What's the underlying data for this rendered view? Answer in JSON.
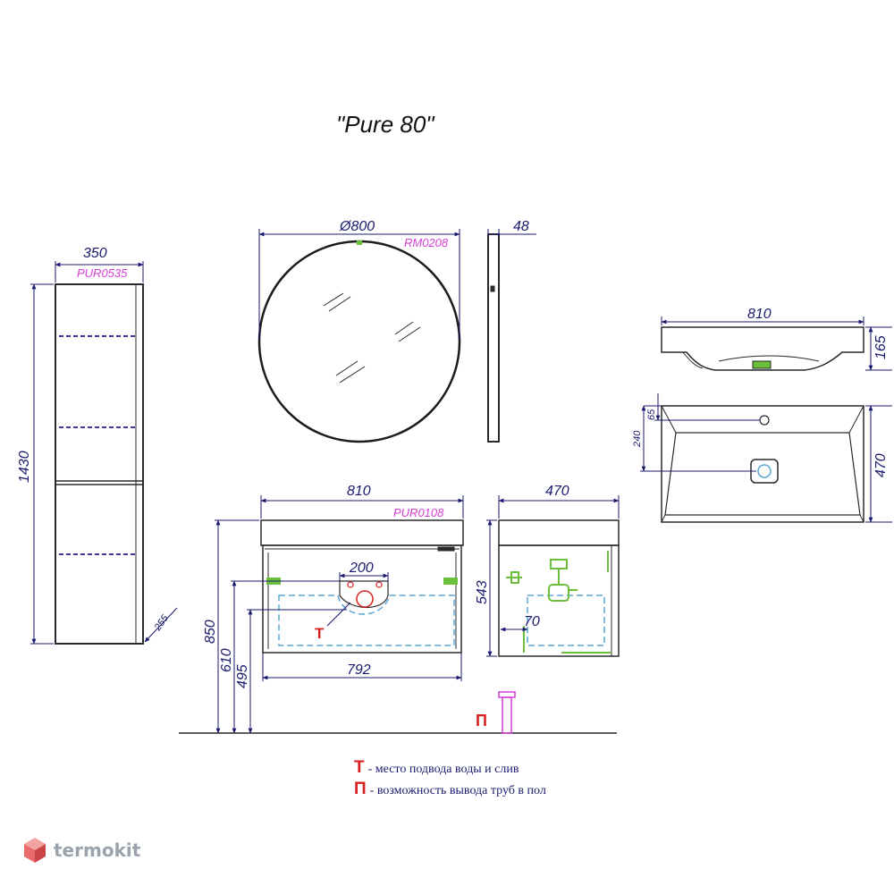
{
  "title": "\"Pure 80\"",
  "products": {
    "column_code": "PUR0535",
    "mirror_code": "RM0208",
    "cabinet_code": "PUR0108"
  },
  "dimensions": {
    "column_width": "350",
    "column_height": "1430",
    "column_depth": "255",
    "mirror_diameter": "Ø800",
    "mirror_depth": "48",
    "cabinet_width": "810",
    "cabinet_inner_width": "792",
    "cabinet_height": "850",
    "cabinet_610": "610",
    "cabinet_495": "495",
    "cutout_width": "200",
    "side_depth": "470",
    "side_height": "543",
    "side_70": "70",
    "basin_width": "810",
    "basin_height": "165",
    "basin_depth": "470",
    "basin_65": "65",
    "basin_240": "240"
  },
  "markers": {
    "water": "Т",
    "floor": "П"
  },
  "legend": {
    "water_mark": "Т",
    "water_text": "- место подвода воды и слив",
    "floor_mark": "П",
    "floor_text": "- возможность вывода труб в пол"
  },
  "brand": {
    "name": "termokit"
  },
  "colors": {
    "outline": "#2a2a2a",
    "dimension": "#1a1a6e",
    "code": "#d63fd6",
    "dashed": "#5aa7d6",
    "fitting": "#6bbf3a",
    "marker": "#d62020"
  }
}
